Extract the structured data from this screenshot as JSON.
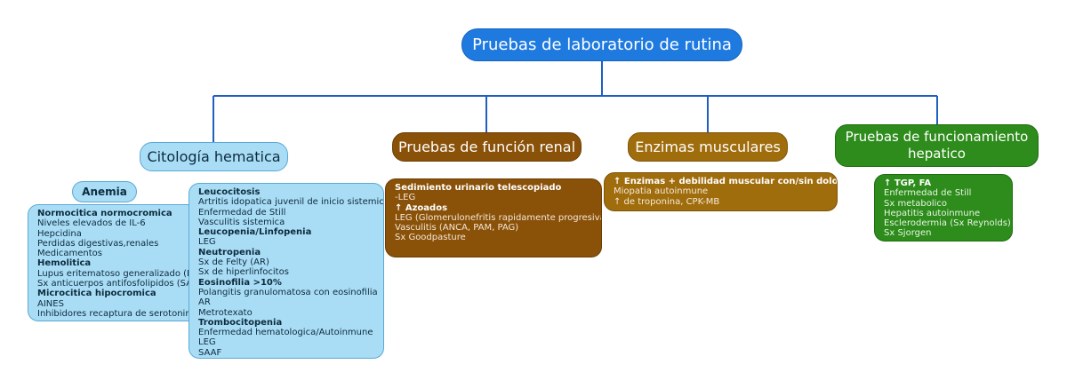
{
  "colors": {
    "root": "#1f7ae0",
    "connector": "#1f5fc0",
    "citologia": "#a9ddf5",
    "renal": "#8a5108",
    "musculares": "#a06d0d",
    "hepatico": "#2d8c1b"
  },
  "root": {
    "title": "Pruebas de laboratorio de rutina"
  },
  "citologia": {
    "title": "Citología hematica",
    "anemia": {
      "title": "Anemia",
      "lines": [
        {
          "text": "Normocitica normocromica",
          "bold": true
        },
        {
          "text": "Niveles elevados de IL-6",
          "bold": false
        },
        {
          "text": "Hepcidina",
          "bold": false
        },
        {
          "text": "Perdidas digestivas,renales",
          "bold": false
        },
        {
          "text": "Medicamentos",
          "bold": false
        },
        {
          "text": "Hemolitica",
          "bold": true
        },
        {
          "text": "Lupus eritematoso generalizado (LEG)",
          "bold": false
        },
        {
          "text": "Sx anticuerpos antifosfolipidos (SAAF)",
          "bold": false
        },
        {
          "text": "Microcitica hipocromica",
          "bold": true
        },
        {
          "text": "AINES",
          "bold": false
        },
        {
          "text": "Inhibidores recaptura de serotonina",
          "bold": false
        }
      ]
    },
    "leucocitosis": {
      "lines": [
        {
          "text": "Leucocitosis",
          "bold": true
        },
        {
          "text": "Artritis idopatica juvenil de inicio sistemico",
          "bold": false
        },
        {
          "text": "Enfermedad de Still",
          "bold": false
        },
        {
          "text": "Vasculitis sistemica",
          "bold": false
        },
        {
          "text": "Leucopenia/Linfopenia",
          "bold": true
        },
        {
          "text": "LEG",
          "bold": false
        },
        {
          "text": "Neutropenia",
          "bold": true
        },
        {
          "text": "Sx de Felty (AR)",
          "bold": false
        },
        {
          "text": "Sx de hiperlinfocitos",
          "bold": false
        },
        {
          "text": "Eosinofilia >10%",
          "bold": true
        },
        {
          "text": "Polangitis granulomatosa con eosinofilia",
          "bold": false
        },
        {
          "text": "AR",
          "bold": false
        },
        {
          "text": "Metrotexato",
          "bold": false
        },
        {
          "text": "Trombocitopenia",
          "bold": true
        },
        {
          "text": "Enfermedad hematologica/Autoinmune",
          "bold": false
        },
        {
          "text": "LEG",
          "bold": false
        },
        {
          "text": "SAAF",
          "bold": false
        }
      ]
    }
  },
  "renal": {
    "title": "Pruebas de función renal",
    "lines": [
      {
        "text": "Sedimiento urinario telescopiado",
        "bold": true
      },
      {
        "text": "-LEG",
        "bold": false
      },
      {
        "text": "↑ Azoados",
        "bold": true
      },
      {
        "text": "LEG (Glomerulonefritis rapidamente progresiva)",
        "bold": false
      },
      {
        "text": "Vasculitis (ANCA, PAM, PAG)",
        "bold": false
      },
      {
        "text": "Sx Goodpasture",
        "bold": false
      }
    ]
  },
  "musculares": {
    "title": "Enzimas musculares",
    "lines": [
      {
        "text": "↑ Enzimas + debilidad muscular con/sin dolor",
        "bold": true
      },
      {
        "text": "Miopatia autoinmune",
        "bold": false
      },
      {
        "text": "↑ de troponina, CPK-MB",
        "bold": false
      }
    ]
  },
  "hepatico": {
    "title": "Pruebas de funcionamiento hepatico",
    "lines": [
      {
        "text": "↑ TGP, FA",
        "bold": true
      },
      {
        "text": "Enfermedad de Still",
        "bold": false
      },
      {
        "text": "Sx metabolico",
        "bold": false
      },
      {
        "text": "Hepatitis autoinmune",
        "bold": false
      },
      {
        "text": "Esclerodermia (Sx Reynolds)",
        "bold": false
      },
      {
        "text": "Sx Sjorgen",
        "bold": false
      }
    ]
  }
}
